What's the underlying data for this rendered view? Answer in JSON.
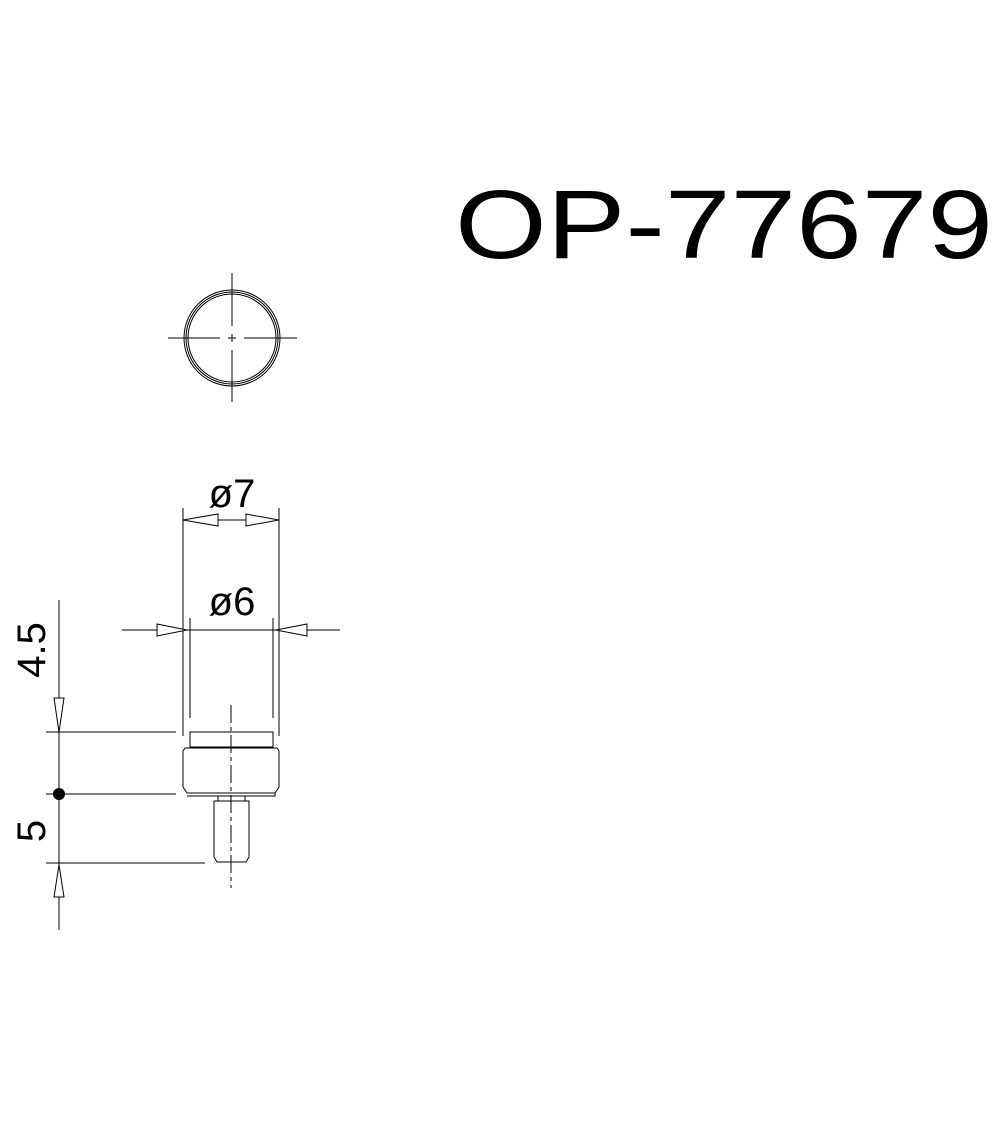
{
  "drawing": {
    "part_number": "OP-77679",
    "dimensions": {
      "outer_diameter": "ø7",
      "inner_diameter": "ø6",
      "upper_height": "4.5",
      "lower_height": "5"
    }
  },
  "colors": {
    "line": "#000000",
    "background": "#ffffff"
  }
}
